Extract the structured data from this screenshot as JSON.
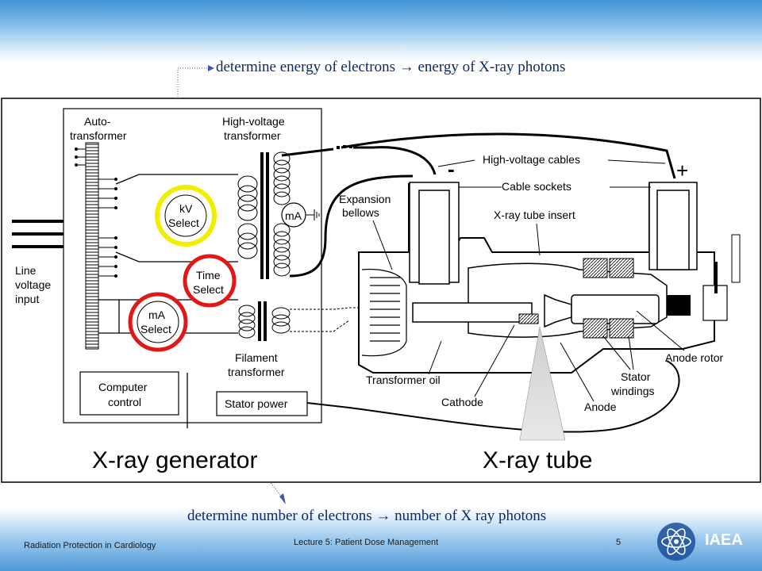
{
  "annotations": {
    "top": "determine energy of electrons → energy of X-ray photons",
    "bottom": "determine number of electrons → number of X ray photons"
  },
  "footer": {
    "left": "Radiation Protection in Cardiology",
    "center": "Lecture 5: Patient Dose Management",
    "page": "5",
    "logo": "IAEA"
  },
  "diagram": {
    "generator_title": "X-ray generator",
    "tube_title": "X-ray tube",
    "auto_transformer": [
      "Auto-",
      "transformer"
    ],
    "hv_transformer": [
      "High-voltage",
      "transformer"
    ],
    "line_voltage": [
      "Line",
      "voltage",
      "input"
    ],
    "kv_select": [
      "kV",
      "Select"
    ],
    "time_select": [
      "Time",
      "Select"
    ],
    "ma_select": [
      "mA",
      "Select"
    ],
    "ma_meter": "mA",
    "filament_transformer": [
      "Filament",
      "transformer"
    ],
    "computer_control": [
      "Computer",
      "control"
    ],
    "stator_power": "Stator power",
    "hv_cables": "High-voltage cables",
    "cable_sockets": "Cable sockets",
    "minus": "-",
    "plus": "+",
    "expansion_bellows": [
      "Expansion",
      "bellows"
    ],
    "tube_insert": "X-ray tube insert",
    "transformer_oil": "Transformer oil",
    "cathode": "Cathode",
    "anode": "Anode",
    "stator_windings": [
      "Stator",
      "windings"
    ],
    "anode_rotor": "Anode rotor"
  },
  "colors": {
    "highlight_kv": "#f2ee00",
    "highlight_red": "#e01818",
    "caption": "#0d2a66"
  }
}
